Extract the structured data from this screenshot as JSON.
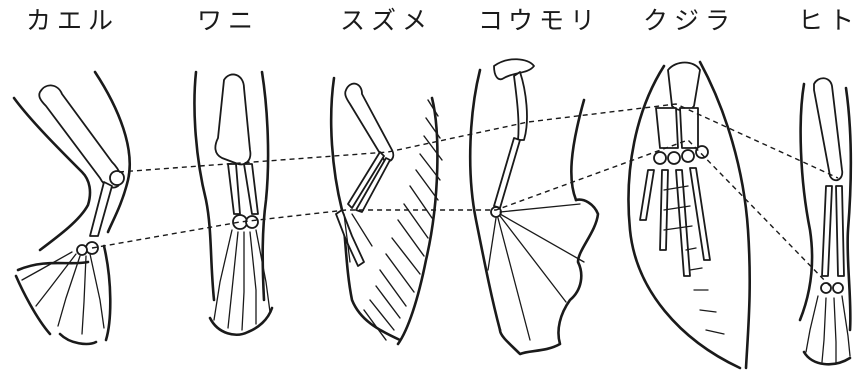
{
  "labels": {
    "frog": "カエル",
    "crocodile": "ワニ",
    "sparrow": "スズメ",
    "bat": "コウモリ",
    "whale": "クジラ",
    "human": "ヒト"
  }
}
